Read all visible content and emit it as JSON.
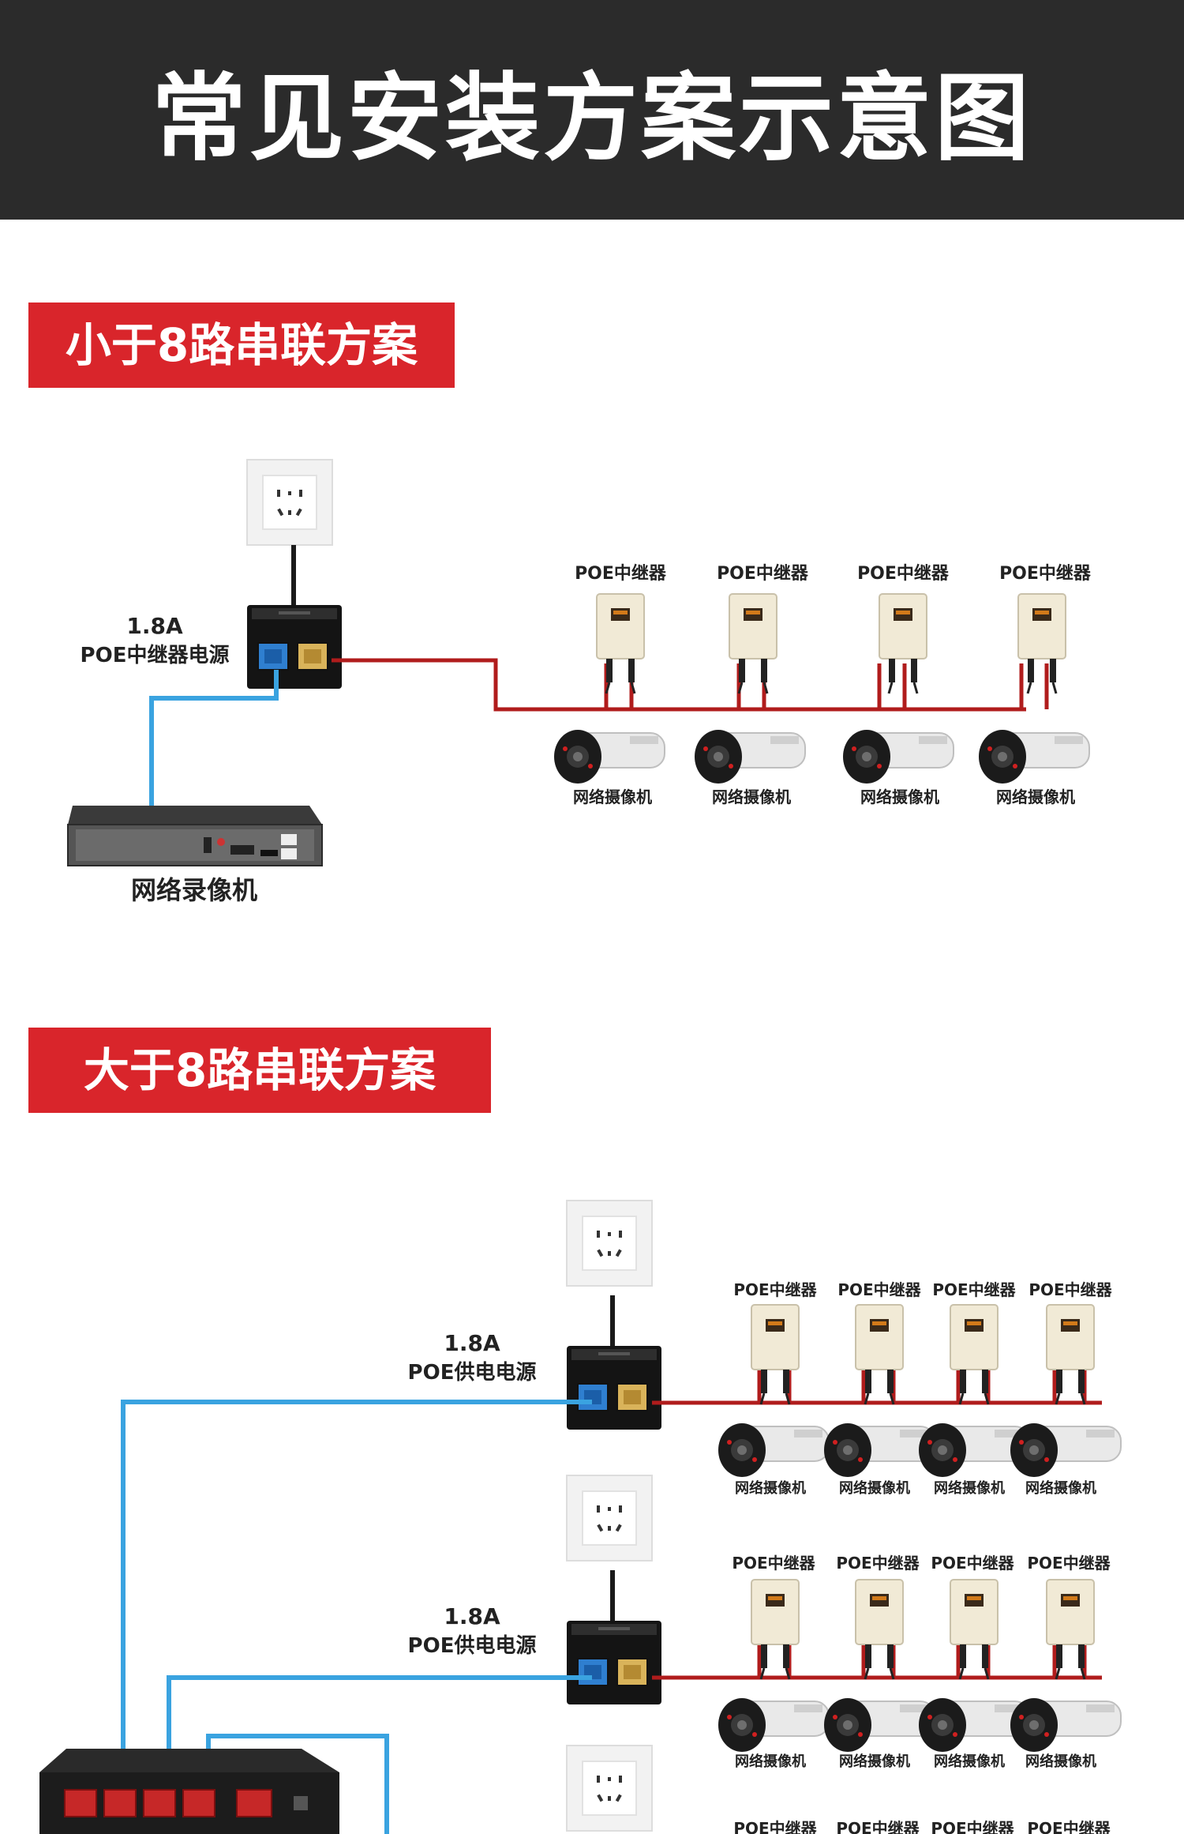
{
  "title": "常见安装方案示意图",
  "sections": [
    {
      "label": "小于8路串联方案",
      "power_label_line1": "1.8A",
      "power_label_line2": "POE中继器电源",
      "repeater_label": "POE中继器",
      "camera_label": "网络摄像机",
      "nvr_label": "网络录像机"
    },
    {
      "label": "大于8路串联方案",
      "power_label_line1": "1.8A",
      "power_label_line2": "POE供电电源",
      "repeater_label": "POE中继器",
      "camera_label": "网络摄像机"
    }
  ],
  "colors": {
    "header_bg": "#2b2b2b",
    "label_bg": "#d9252b",
    "poe_cable": "#c0201e",
    "network_cable": "#3aa3e0"
  }
}
